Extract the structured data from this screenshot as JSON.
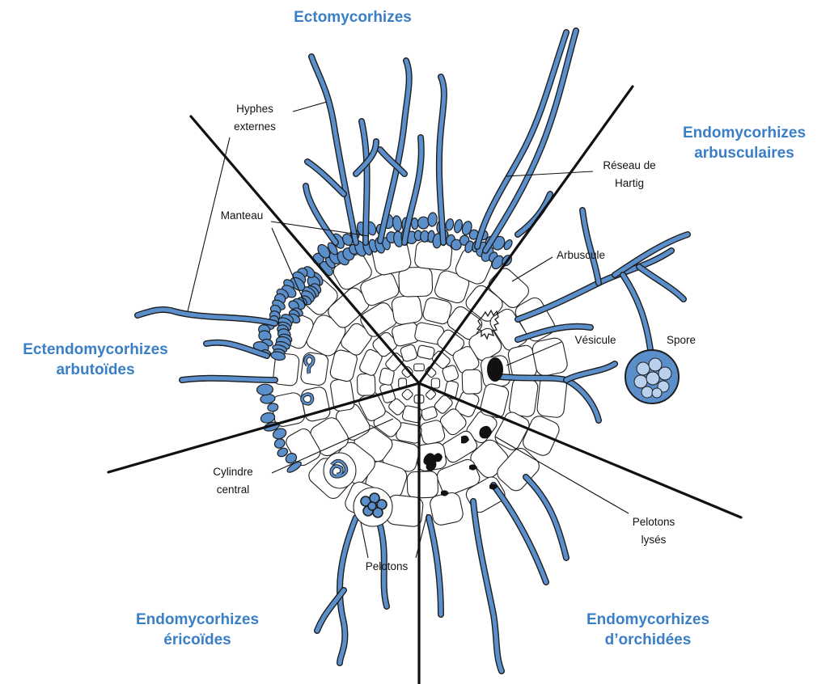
{
  "categories": {
    "ecto": "Ectomycorhizes",
    "arbusc_l1": "Endomycorhizes",
    "arbusc_l2": "arbusculaires",
    "ectendo_l1": "Ectendomycorhizes",
    "ectendo_l2": "arbutoïdes",
    "eric_l1": "Endomycorhizes",
    "eric_l2": "éricoïdes",
    "orch_l1": "Endomycorhizes",
    "orch_l2": "d’orchidées"
  },
  "labels": {
    "hyphes_l1": "Hyphes",
    "hyphes_l2": "externes",
    "reseau_l1": "Réseau de",
    "reseau_l2": "Hartig",
    "manteau": "Manteau",
    "arbuscule": "Arbuscule",
    "vesicule": "Vésicule",
    "spore": "Spore",
    "cylindre_l1": "Cylindre",
    "cylindre_l2": "central",
    "pelotons": "Pelotons",
    "pelotons_lyses_l1": "Pelotons",
    "pelotons_lyses_l2": "lysés"
  },
  "colors": {
    "fungus": "#5b8fcb",
    "category_text": "#3a7fc6",
    "outline": "#1e1e1e"
  }
}
